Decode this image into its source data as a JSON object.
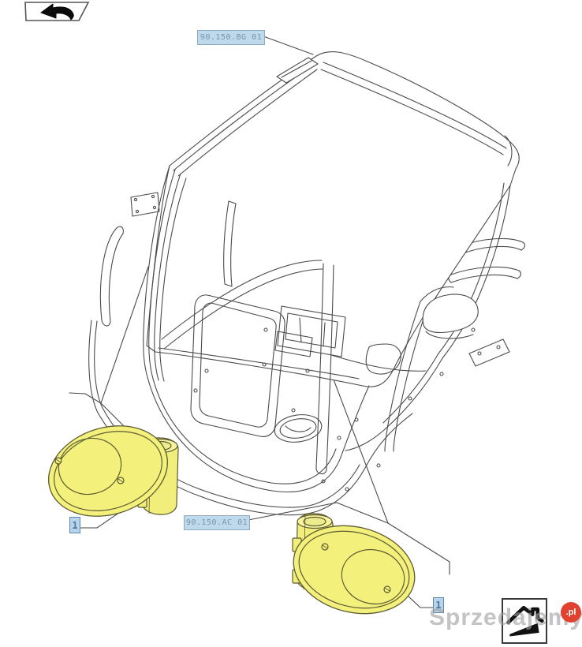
{
  "nav": {
    "back_button": {
      "icon": "return-arrow-icon"
    }
  },
  "reference_labels": {
    "roof": "90.150.BG 01",
    "lamp": "90.150.AC 01"
  },
  "part_markers": {
    "left": "1",
    "right": "1"
  },
  "watermark": {
    "brand": "Sprzedajemy",
    "tld": ".pl",
    "logo_icon": "house-icon"
  },
  "colors": {
    "part_highlight": "#f4f07c",
    "label_background": "#bed8ec",
    "label_text": "#7b93a8",
    "marker_background": "#b7d4ec",
    "drawing_line": "#4a4a4a",
    "badge_red": "#e0422f"
  }
}
